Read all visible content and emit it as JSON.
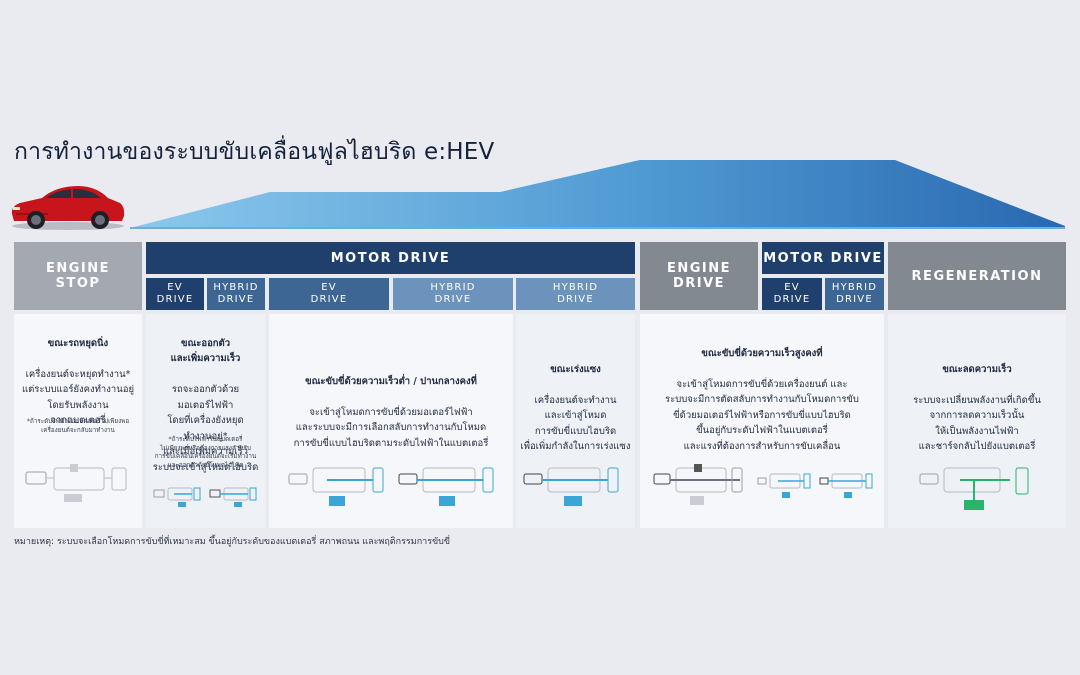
{
  "title": "การทำงานของระบบขับเคลื่อนฟูลไฮบริด e:HEV",
  "headers": {
    "engine_stop": "ENGINE\nSTOP",
    "motor_drive_1": "MOTOR DRIVE",
    "engine_drive": "ENGINE\nDRIVE",
    "motor_drive_2": "MOTOR DRIVE",
    "regeneration": "REGENERATION",
    "ev_drive": "EV\nDRIVE",
    "hybrid_drive": "HYBRID\nDRIVE"
  },
  "columns": [
    {
      "heading": "ขณะรถหยุดนิ่ง",
      "body": "เครื่องยนต์จะหยุดทำงาน*\nแต่ระบบแอร์ยังคงทำงานอยู่\nโดยรับพลังงาน\nจากแบตเตอรี่",
      "note": "*ถ้าระดับไฟฟ้าในแบตเตอรี่ไม่เพียงพอ\nเครื่องยนต์จะกลับมาทำงาน"
    },
    {
      "heading": "ขณะออกตัว\nและเพิ่มความเร็ว",
      "body": "รถจะออกตัวด้วย\nมอเตอร์ไฟฟ้า\nโดยที่เครื่องยังหยุด\nทำงานอยู่*\nและเมื่อเพิ่มความเร็ว\nระบบจะเข้าสู่โหมดไฮบริด",
      "note": "*ถ้าระดับไฟฟ้าในแบตเตอรี่\nไม่เพียงพอหรือต้องการแรงสำหรับ\nการขับเคลื่อนเครื่องยนต์จะเริ่มทำงาน\nและออกตัวด้วยโหมดไฮบริด"
    },
    {
      "heading": "ขณะขับขี่ด้วยความเร็วต่ำ / ปานกลางคงที่",
      "body": "จะเข้าสู่โหมดการขับขี่ด้วยมอเตอร์ไฟฟ้า\nและระบบจะมีการเลือกสลับการทำงานกับโหมด\nการขับขี่แบบไฮบริดตามระดับไฟฟ้าในแบตเตอรี่"
    },
    {
      "heading": "ขณะเร่งแซง",
      "body": "เครื่องยนต์จะทำงาน\nและเข้าสู่โหมด\nการขับขี่แบบไฮบริด\nเพื่อเพิ่มกำลังในการเร่งแซง"
    },
    {
      "heading": "ขณะขับขี่ด้วยความเร็วสูงคงที่",
      "body": "จะเข้าสู่โหมดการขับขี่ด้วยเครื่องยนต์ และ\nระบบจะมีการตัดสลับการทำงานกับโหมดการขับ\nขี่ด้วยมอเตอร์ไฟฟ้าหรือการขับขี่แบบไฮบริด\nขึ้นอยู่กับระดับไฟฟ้าในแบตเตอรี่\nและแรงที่ต้องการสำหรับการขับเคลื่อน"
    },
    {
      "heading": "ขณะลดความเร็ว",
      "body": "ระบบจะเปลี่ยนพลังงานที่เกิดขึ้น\nจากการลดความเร็วนั้น\nให้เป็นพลังงานไฟฟ้า\nและชาร์จกลับไปยังแบตเตอรี่"
    }
  ],
  "footnote": "หมายเหตุ: ระบบจะเลือกโหมดการขับขี่ที่เหมาะสม ขึ้นอยู่กับระดับของแบตเตอรี่ สภาพถนน และพฤติกรรมการขับขี่",
  "colors": {
    "navy": "#1f3f6c",
    "blue": "#3d6695",
    "lightblue": "#6c93bc",
    "grey": "#a3a8b1",
    "ev_flow": "#3aa6d6",
    "regen_flow": "#2ab36a",
    "car": "#c8141b"
  }
}
